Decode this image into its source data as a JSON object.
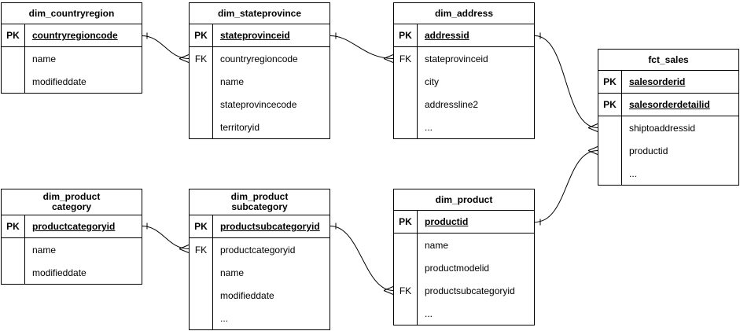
{
  "diagram": {
    "background": "#ffffff",
    "stroke_color": "#000000",
    "tables": {
      "countryregion": {
        "title": "dim_countryregion",
        "rows": [
          {
            "key": "PK",
            "label": "countryregioncode"
          },
          {
            "key": "",
            "label": "name"
          },
          {
            "key": "",
            "label": "modifieddate"
          }
        ]
      },
      "stateprovince": {
        "title": "dim_stateprovince",
        "rows": [
          {
            "key": "PK",
            "label": "stateprovinceid"
          },
          {
            "key": "FK",
            "label": "countryregioncode"
          },
          {
            "key": "",
            "label": "name"
          },
          {
            "key": "",
            "label": "stateprovincecode"
          },
          {
            "key": "",
            "label": "territoryid"
          }
        ]
      },
      "address": {
        "title": "dim_address",
        "rows": [
          {
            "key": "PK",
            "label": "addressid"
          },
          {
            "key": "FK",
            "label": "stateprovinceid"
          },
          {
            "key": "",
            "label": "city"
          },
          {
            "key": "",
            "label": "addressline2"
          },
          {
            "key": "",
            "label": "..."
          }
        ]
      },
      "fct_sales": {
        "title": "fct_sales",
        "rows": [
          {
            "key": "PK",
            "label": "salesorderid"
          },
          {
            "key": "PK",
            "label": "salesorderdetailid"
          },
          {
            "key": "",
            "label": "shiptoaddressid"
          },
          {
            "key": "",
            "label": "productid"
          },
          {
            "key": "",
            "label": "..."
          }
        ]
      },
      "product_category": {
        "title": "dim_product",
        "title_line2": "category",
        "rows": [
          {
            "key": "PK",
            "label": "productcategoryid"
          },
          {
            "key": "",
            "label": "name"
          },
          {
            "key": "",
            "label": "modifieddate"
          }
        ]
      },
      "product_subcategory": {
        "title": "dim_product",
        "title_line2": "subcategory",
        "rows": [
          {
            "key": "PK",
            "label": "productsubcategoryid"
          },
          {
            "key": "FK",
            "label": "productcategoryid"
          },
          {
            "key": "",
            "label": "name"
          },
          {
            "key": "",
            "label": "modifieddate"
          },
          {
            "key": "",
            "label": "..."
          }
        ]
      },
      "product": {
        "title": "dim_product",
        "rows": [
          {
            "key": "PK",
            "label": "productid"
          },
          {
            "key": "",
            "label": "name"
          },
          {
            "key": "",
            "label": "productmodelid"
          },
          {
            "key": "FK",
            "label": "productsubcategoryid"
          },
          {
            "key": "",
            "label": "..."
          }
        ]
      }
    },
    "relations": [
      {
        "from_table": "dim_countryregion",
        "from_field": "countryregioncode",
        "to_table": "dim_stateprovince",
        "to_field": "countryregioncode",
        "from_cardinality": "one",
        "to_cardinality": "many"
      },
      {
        "from_table": "dim_stateprovince",
        "from_field": "stateprovinceid",
        "to_table": "dim_address",
        "to_field": "stateprovinceid",
        "from_cardinality": "one",
        "to_cardinality": "many"
      },
      {
        "from_table": "dim_address",
        "from_field": "addressid",
        "to_table": "fct_sales",
        "to_field": "shiptoaddressid",
        "from_cardinality": "one",
        "to_cardinality": "many"
      },
      {
        "from_table": "dim_product",
        "from_field": "productid",
        "to_table": "fct_sales",
        "to_field": "productid",
        "from_cardinality": "one",
        "to_cardinality": "many"
      },
      {
        "from_table": "dim_product category",
        "from_field": "productcategoryid",
        "to_table": "dim_product subcategory",
        "to_field": "productcategoryid",
        "from_cardinality": "one",
        "to_cardinality": "many"
      },
      {
        "from_table": "dim_product subcategory",
        "from_field": "productsubcategoryid",
        "to_table": "dim_product",
        "to_field": "productsubcategoryid",
        "from_cardinality": "one",
        "to_cardinality": "many"
      }
    ]
  }
}
